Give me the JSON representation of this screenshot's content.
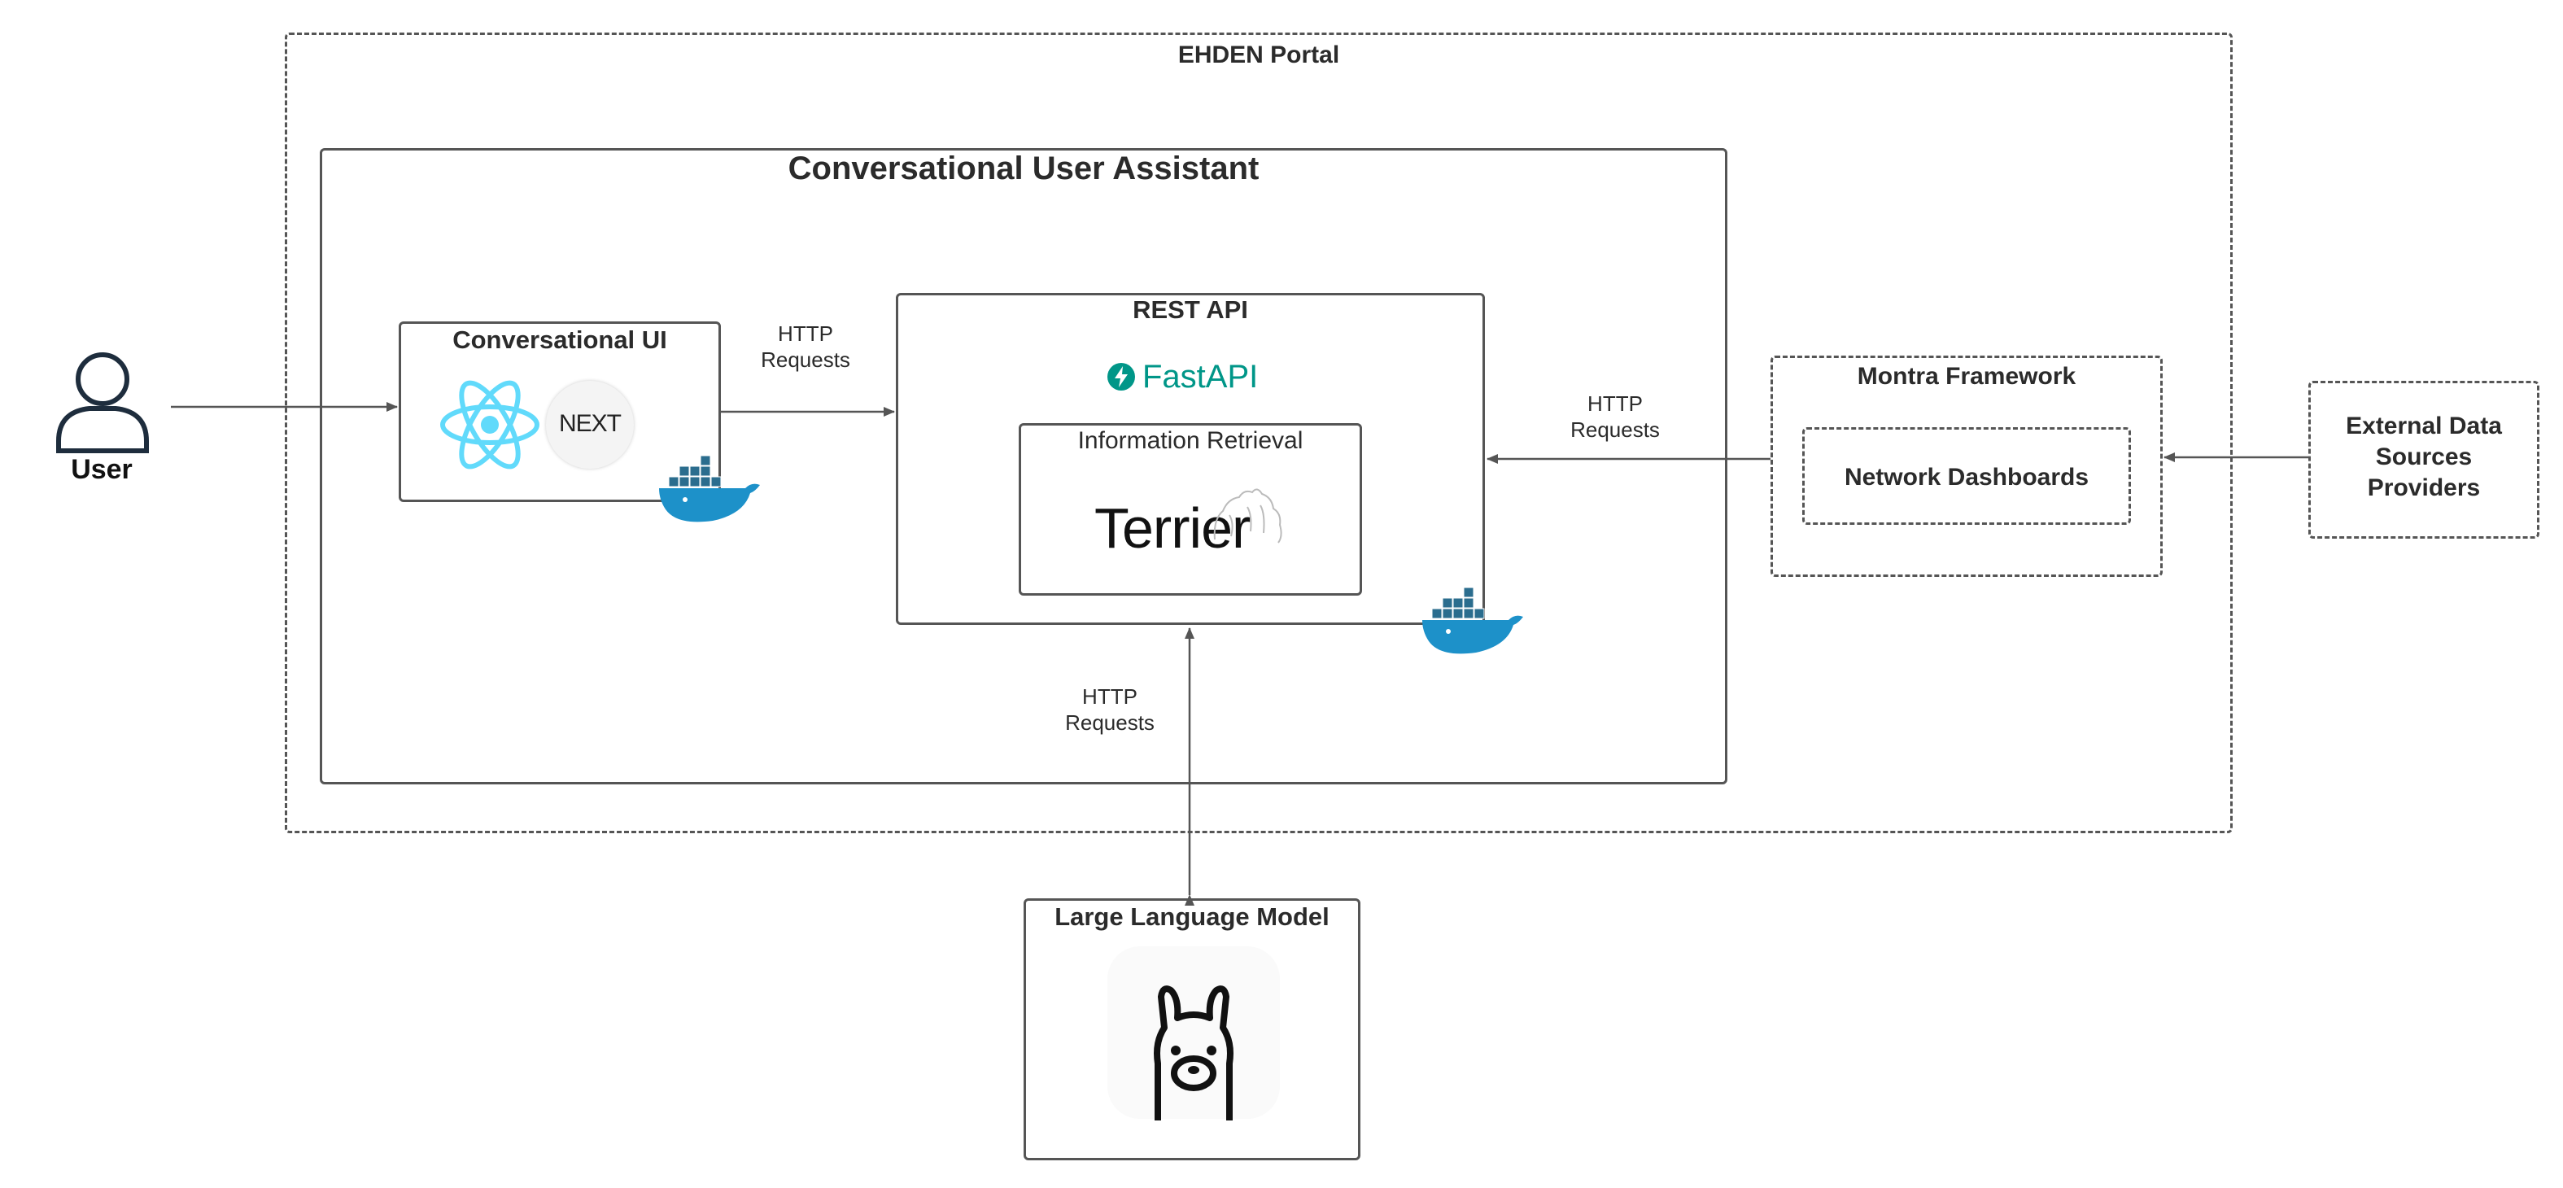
{
  "portal": {
    "title": "EHDEN Portal"
  },
  "assistant": {
    "title": "Conversational User Assistant"
  },
  "ui": {
    "title": "Conversational UI",
    "next_logo": "NEXT"
  },
  "api": {
    "title": "REST API",
    "fastapi": "FastAPI"
  },
  "ir": {
    "title": "Information Retrieval",
    "terrier": "Terrier"
  },
  "user": {
    "label": "User"
  },
  "montra": {
    "title": "Montra Framework",
    "dashboards": "Network Dashboards"
  },
  "external": {
    "label": "External Data Sources Providers"
  },
  "llm": {
    "title": "Large Language Model"
  },
  "edges": {
    "ui_api": "HTTP Requests",
    "montra_api": "HTTP Requests",
    "api_llm": "HTTP Requests"
  },
  "colors": {
    "stroke": "#555555",
    "react": "#61dafb",
    "fastapi": "#009688",
    "docker": "#1d91c9"
  }
}
